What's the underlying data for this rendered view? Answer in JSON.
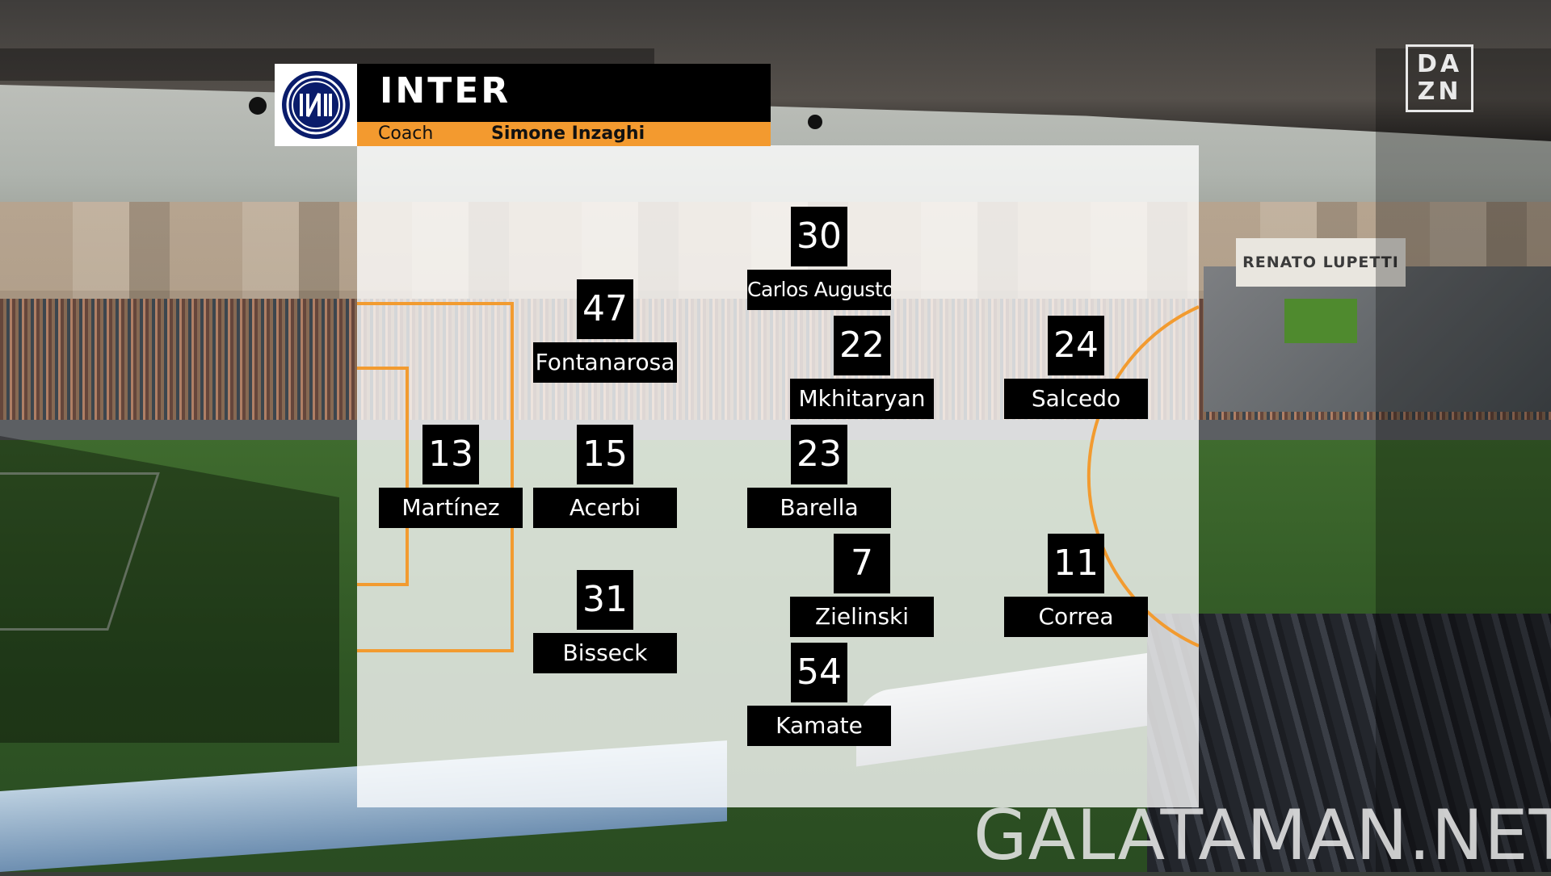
{
  "team": {
    "name": "INTER",
    "coach_label": "Coach",
    "coach_name": "Simone Inzaghi",
    "logo_icon": "inter-crest-icon"
  },
  "broadcaster": {
    "lines": [
      "DA",
      "ZN"
    ]
  },
  "watermark": "GALATAMAN.NET",
  "background": {
    "stadium_sign": "RENATO LUPETTI"
  },
  "colors": {
    "accent": "#f39a2f",
    "bar": "#000000",
    "panel": "#ffffff"
  },
  "players": [
    {
      "number": "13",
      "name": "Martínez"
    },
    {
      "number": "47",
      "name": "Fontanarosa"
    },
    {
      "number": "15",
      "name": "Acerbi"
    },
    {
      "number": "31",
      "name": "Bisseck"
    },
    {
      "number": "30",
      "name": "Carlos Augusto"
    },
    {
      "number": "22",
      "name": "Mkhitaryan"
    },
    {
      "number": "23",
      "name": "Barella"
    },
    {
      "number": "7",
      "name": "Zielinski"
    },
    {
      "number": "54",
      "name": "Kamate"
    },
    {
      "number": "24",
      "name": "Salcedo"
    },
    {
      "number": "11",
      "name": "Correa"
    }
  ]
}
